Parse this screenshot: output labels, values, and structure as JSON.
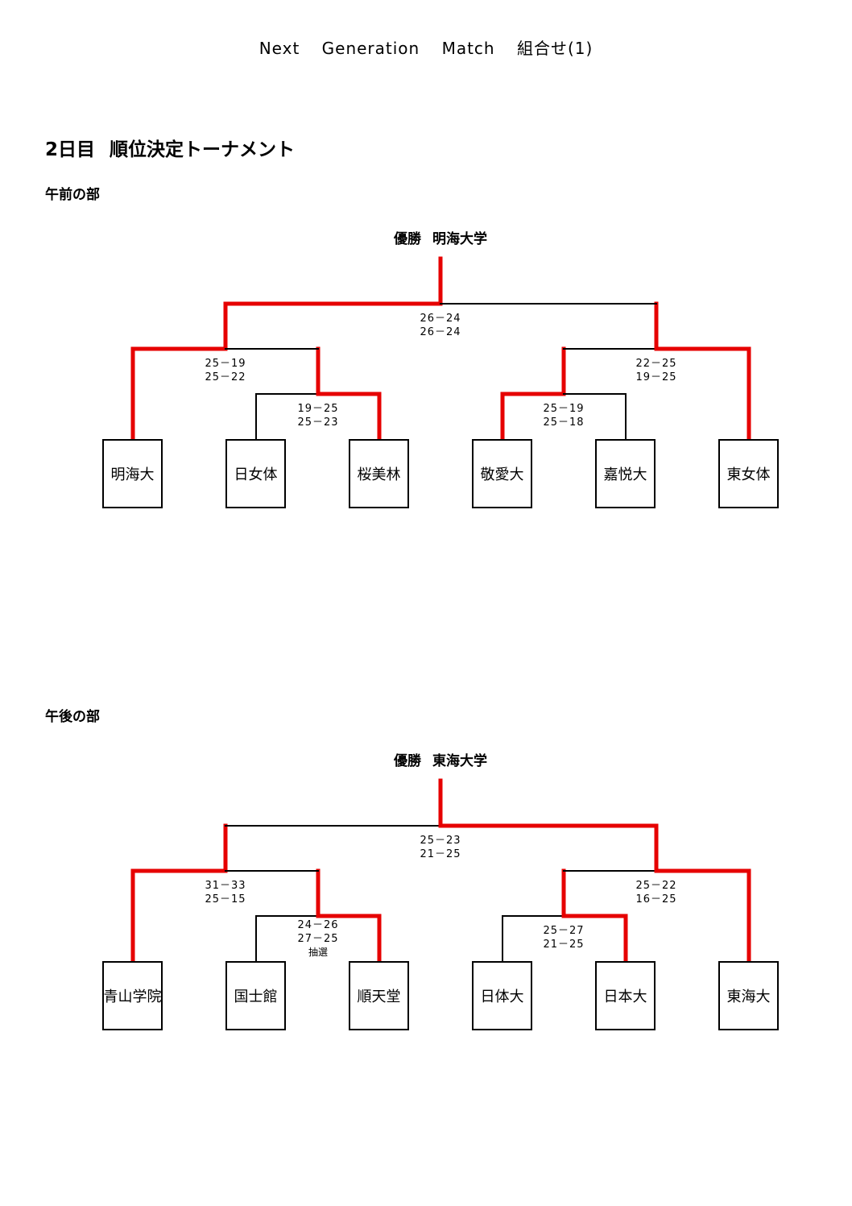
{
  "header": {
    "parts": [
      "Next",
      "Generation",
      "Match",
      "組合せ(1)"
    ]
  },
  "title": {
    "day": "2日目",
    "event": "順位決定トーナメント"
  },
  "colors": {
    "win_path": "#e60000",
    "lose_path": "#000000"
  },
  "brackets": [
    {
      "label": "午前の部",
      "champion_label": "優勝",
      "champion_name": "明海大学",
      "teams": [
        "明海大",
        "日女体",
        "桜美林",
        "敬愛大",
        "嘉悦大",
        "東女体"
      ],
      "matches": {
        "m1": {
          "scores": [
            "19－25",
            "25－23"
          ]
        },
        "m2": {
          "scores": [
            "25－19",
            "25－22"
          ]
        },
        "m3": {
          "scores": [
            "25－19",
            "25－18"
          ]
        },
        "m4": {
          "scores": [
            "22－25",
            "19－25"
          ]
        },
        "final": {
          "scores": [
            "26－24",
            "26－24"
          ]
        }
      }
    },
    {
      "label": "午後の部",
      "champion_label": "優勝",
      "champion_name": "東海大学",
      "teams": [
        "青山学院",
        "国士館",
        "順天堂",
        "日体大",
        "日本大",
        "東海大"
      ],
      "matches": {
        "m1": {
          "scores": [
            "24－26",
            "27－25"
          ],
          "note": "抽選"
        },
        "m2": {
          "scores": [
            "31－33",
            "25－15"
          ]
        },
        "m3": {
          "scores": [
            "25－27",
            "21－25"
          ]
        },
        "m4": {
          "scores": [
            "25－22",
            "16－25"
          ]
        },
        "final": {
          "scores": [
            "25－23",
            "21－25"
          ]
        }
      }
    }
  ]
}
